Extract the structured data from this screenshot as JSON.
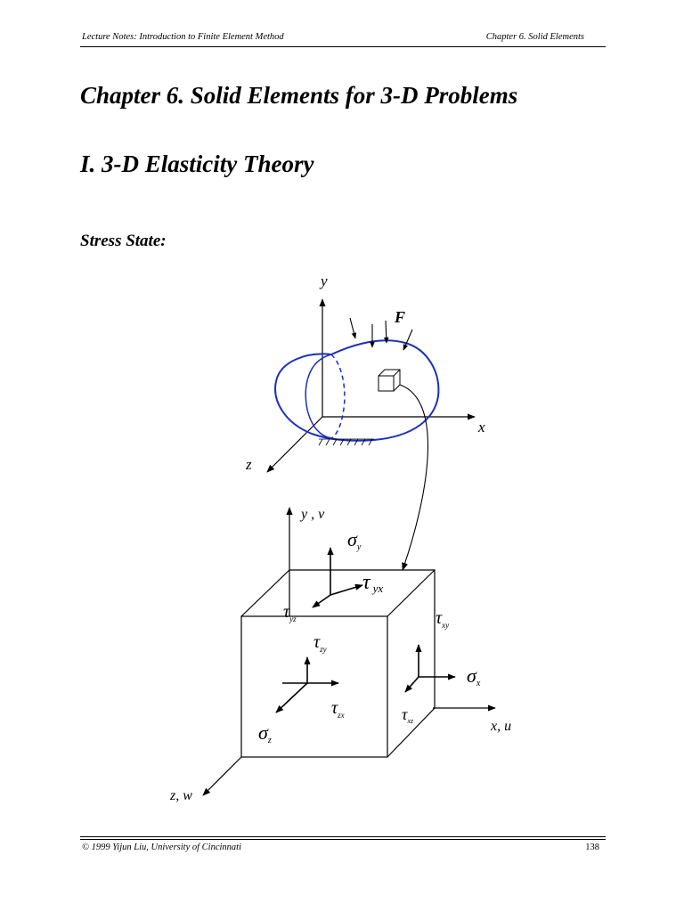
{
  "header": {
    "left": "Lecture Notes:  Introduction to Finite Element Method",
    "right": "Chapter 6.  Solid Elements"
  },
  "chapter_title": "Chapter 6.  Solid Elements for 3-D Problems",
  "section_title": "I. 3-D Elasticity Theory",
  "subsection_title": "Stress State:",
  "figure": {
    "top": {
      "y_axis": "y",
      "x_axis": "x",
      "z_axis": "z",
      "force": "F"
    },
    "cube": {
      "y_axis": "y , v",
      "x_axis": "x, u",
      "z_axis": "z, w",
      "stresses": {
        "sigma_y": {
          "sym": "σ",
          "sub": "y"
        },
        "tau_yx": {
          "sym": "τ",
          "sub": "yx"
        },
        "tau_yz": {
          "sym": "τ",
          "sub": "yz"
        },
        "tau_xy": {
          "sym": "τ",
          "sub": "xy"
        },
        "tau_zy": {
          "sym": "τ",
          "sub": "zy"
        },
        "sigma_x": {
          "sym": "σ",
          "sub": "x"
        },
        "tau_zx": {
          "sym": "τ",
          "sub": "zx"
        },
        "tau_xz": {
          "sym": "τ",
          "sub": "xz"
        },
        "sigma_z": {
          "sym": "σ",
          "sub": "z"
        }
      }
    }
  },
  "footer": {
    "left": "© 1999 Yijun Liu, University of Cincinnati",
    "page_number": "138"
  },
  "colors": {
    "body_outline": "#1a2fbf",
    "ink": "#000000"
  }
}
